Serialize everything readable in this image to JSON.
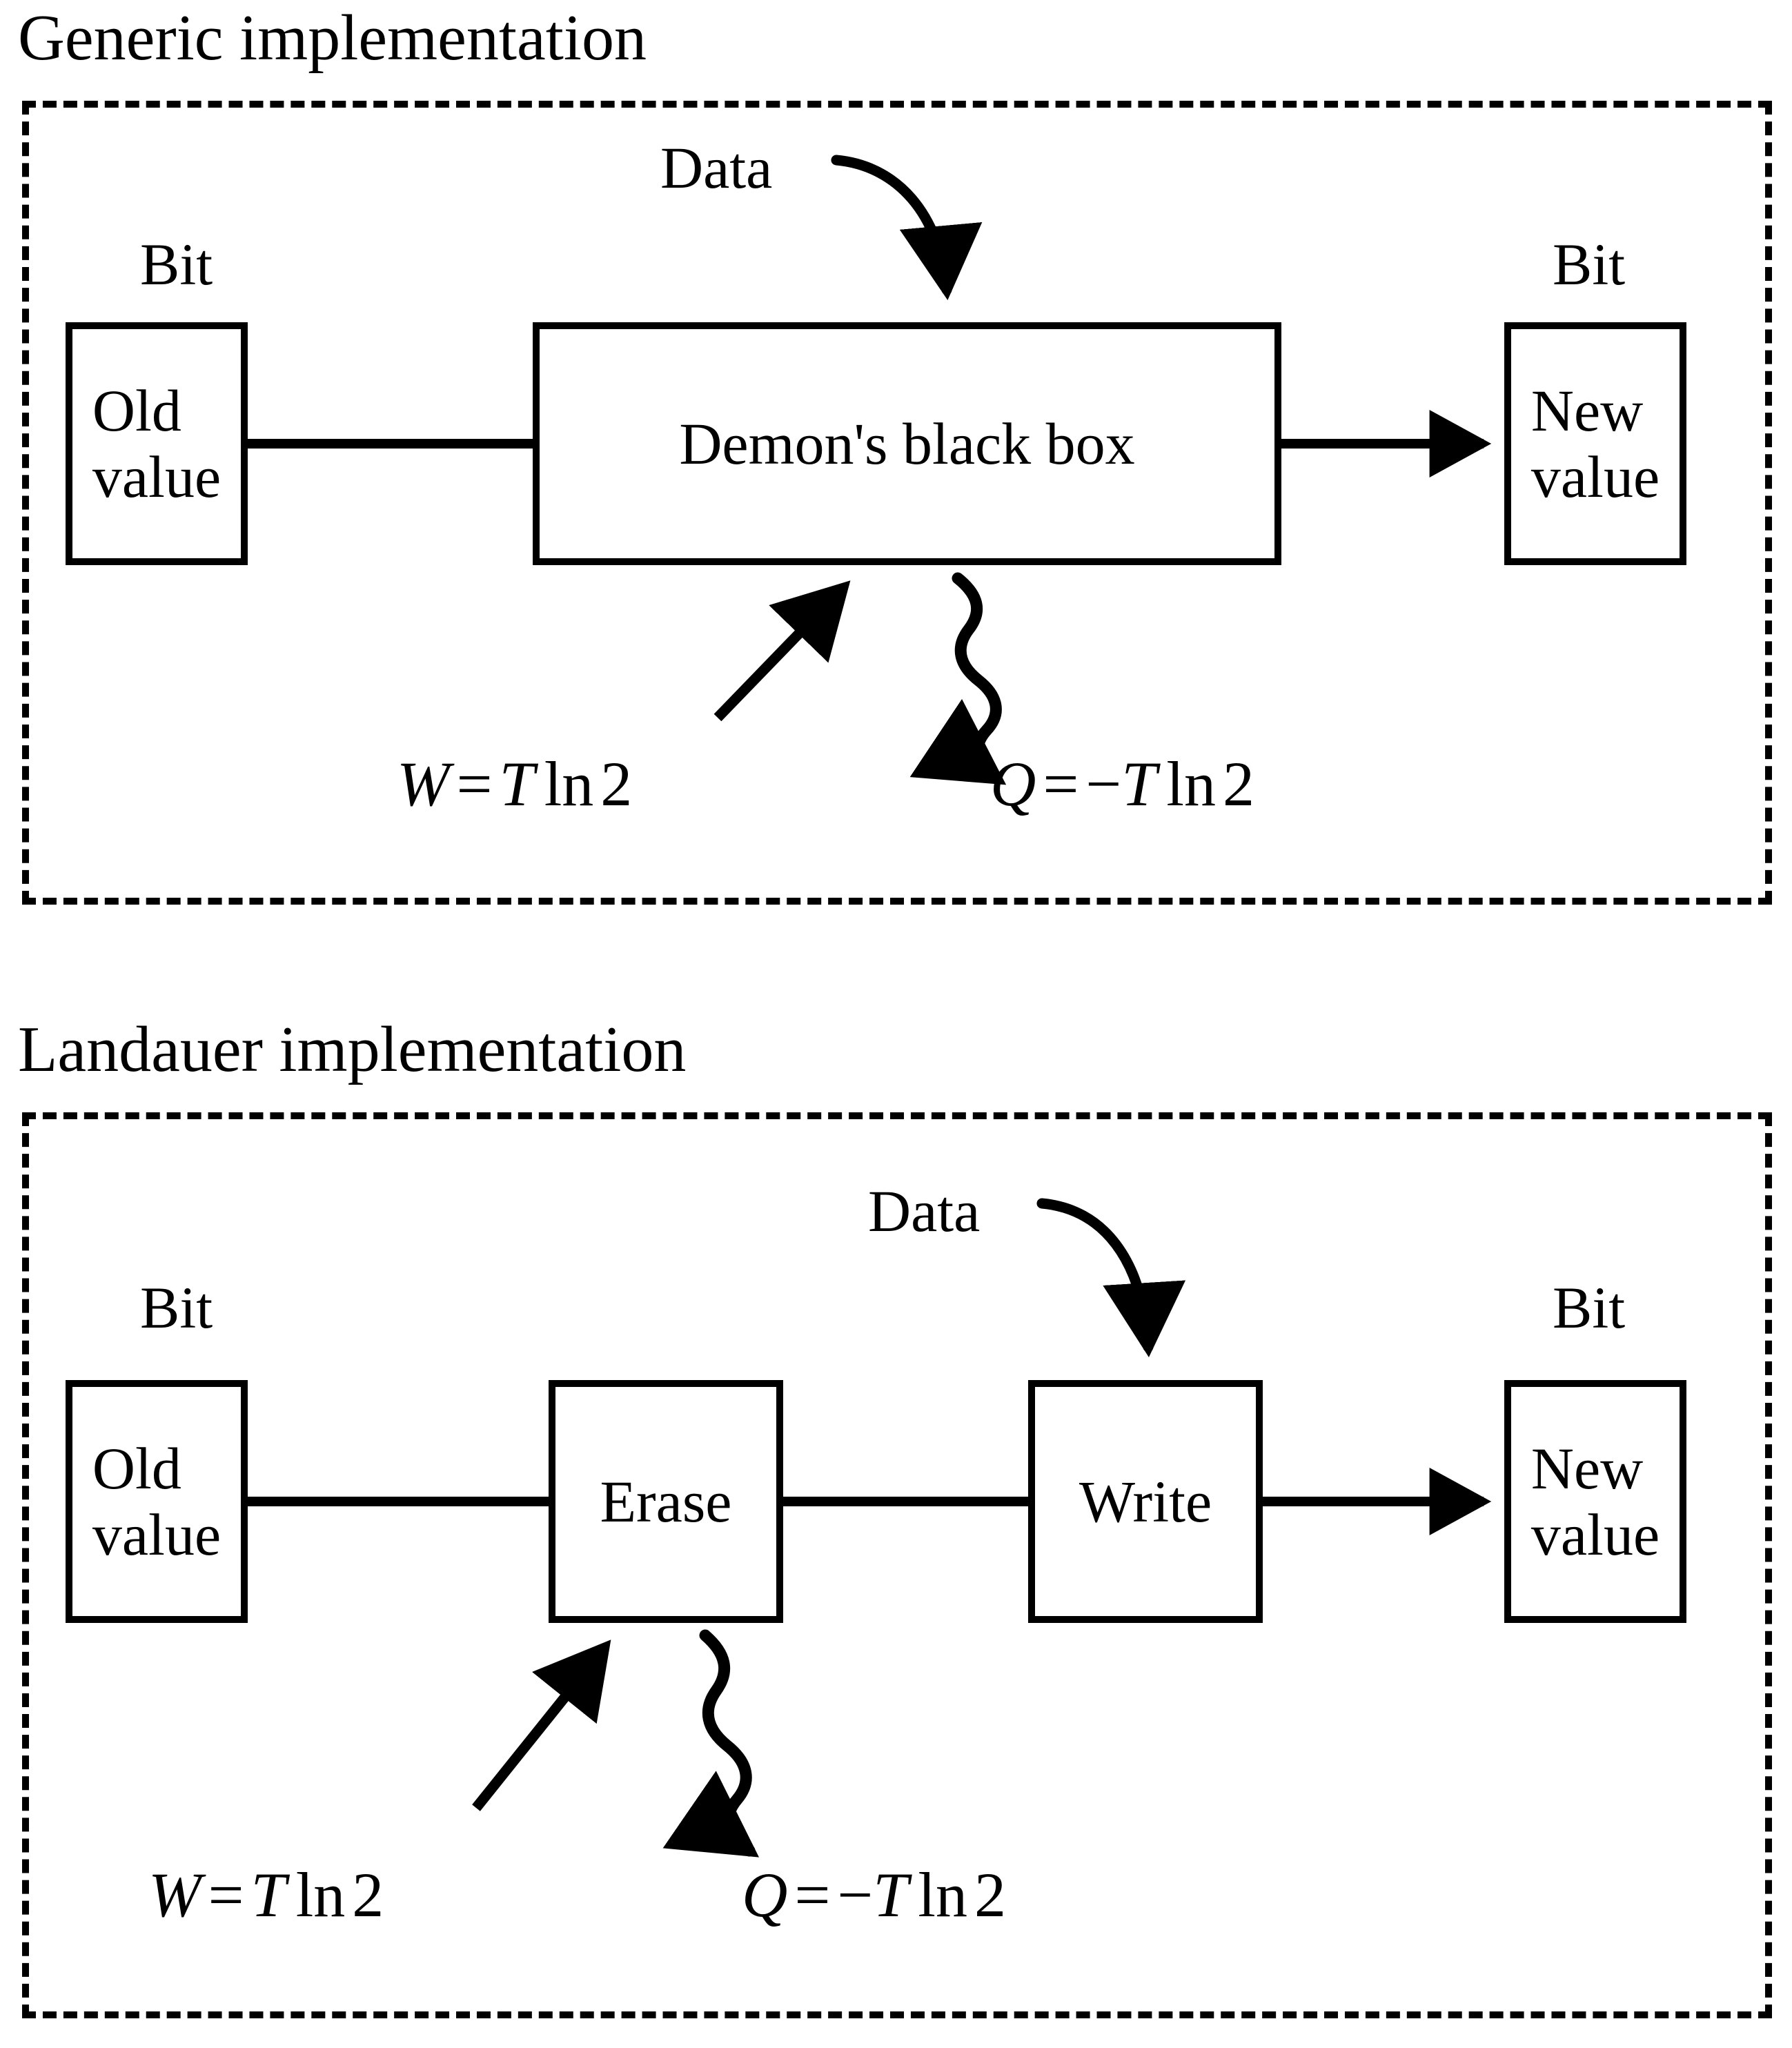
{
  "figure": {
    "kind": "diagram",
    "background": "#ffffff",
    "stroke_color": "#000000"
  },
  "panels": [
    {
      "id": "generic",
      "title": "Generic implementation",
      "input": {
        "caption": "Bit",
        "line1": "Old",
        "line2": "value"
      },
      "process": {
        "label": "Demon's black box"
      },
      "output": {
        "caption": "Bit",
        "line1": "New",
        "line2": "value"
      },
      "data_label": "Data",
      "work": {
        "var": "W",
        "eq": "=",
        "rhs_sign": "",
        "temp": "T",
        "log": "ln",
        "arg": "2",
        "full": "W = T ln 2"
      },
      "heat": {
        "var": "Q",
        "eq": "=",
        "rhs_sign": "−",
        "temp": "T",
        "log": "ln",
        "arg": "2",
        "full": "Q = −T ln 2"
      }
    },
    {
      "id": "landauer",
      "title": "Landauer implementation",
      "input": {
        "caption": "Bit",
        "line1": "Old",
        "line2": "value"
      },
      "stage_one": {
        "label": "Erase"
      },
      "stage_two": {
        "label": "Write"
      },
      "output": {
        "caption": "Bit",
        "line1": "New",
        "line2": "value"
      },
      "data_label": "Data",
      "work": {
        "var": "W",
        "eq": "=",
        "rhs_sign": "",
        "temp": "T",
        "log": "ln",
        "arg": "2",
        "full": "W = T ln 2"
      },
      "heat": {
        "var": "Q",
        "eq": "=",
        "rhs_sign": "−",
        "temp": "T",
        "log": "ln",
        "arg": "2",
        "full": "Q = −T ln 2"
      }
    }
  ],
  "icons": {
    "data_arrow": "curved-arrow-down-icon",
    "work_arrow": "straight-arrow-up-right-icon",
    "heat_arrow": "wavy-arrow-down-right-icon",
    "flow_arrow": "straight-arrow-right-icon",
    "flow_line": "plain-connector-line"
  }
}
